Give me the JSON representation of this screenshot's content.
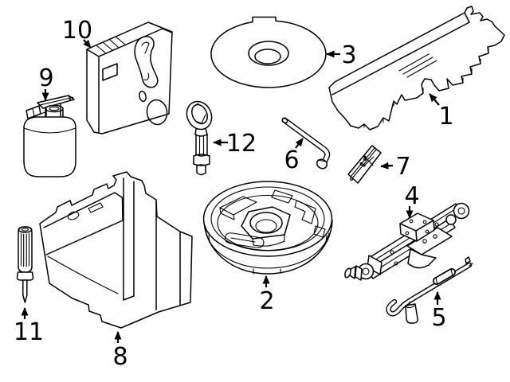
{
  "diagram": {
    "kind": "vehicle-jack-and-tool-kit-parts-diagram",
    "background_color": "#ffffff",
    "line_color": "#000000",
    "callouts": [
      {
        "number": "1",
        "part": "storage-tray-foam"
      },
      {
        "number": "2",
        "part": "spare-wheel-foam-insert"
      },
      {
        "number": "3",
        "part": "spare-wheel-cover-disc"
      },
      {
        "number": "4",
        "part": "scissor-jack"
      },
      {
        "number": "5",
        "part": "jack-handle-rod"
      },
      {
        "number": "6",
        "part": "lug-wrench"
      },
      {
        "number": "7",
        "part": "warning-label-bracket"
      },
      {
        "number": "8",
        "part": "tool-storage-box-foam"
      },
      {
        "number": "9",
        "part": "tire-sealant-canister"
      },
      {
        "number": "10",
        "part": "foam-block"
      },
      {
        "number": "11",
        "part": "screwdriver"
      },
      {
        "number": "12",
        "part": "tow-hook"
      }
    ]
  }
}
